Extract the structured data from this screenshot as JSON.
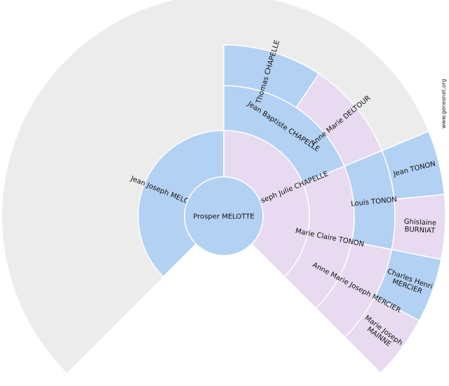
{
  "colors": {
    "male": "#b3d1f2",
    "female": "#e8daf0",
    "empty": "#ececec",
    "root": "#b3d1f2"
  },
  "root": {
    "name": "Prosper MELOTTE"
  },
  "people": [
    {
      "key": "father",
      "gen": 1,
      "slot": 0,
      "sex": "male",
      "lines": [
        "Jean Joseph MELOTTE"
      ]
    },
    {
      "key": "mother",
      "gen": 1,
      "slot": 1,
      "sex": "female",
      "lines": [
        "Marie Joseph Julie CHAPELLE"
      ]
    },
    {
      "key": "mat-gf",
      "gen": 2,
      "slot": 2,
      "sex": "male",
      "lines": [
        "Jean Baptiste CHAPELLE"
      ]
    },
    {
      "key": "mat-gm",
      "gen": 2,
      "slot": 3,
      "sex": "female",
      "lines": [
        "Marie Claire TONON"
      ]
    },
    {
      "key": "mgf-father",
      "gen": 3,
      "slot": 4,
      "sex": "male",
      "lines": [
        "Thomas CHAPELLE"
      ]
    },
    {
      "key": "mgf-mother",
      "gen": 3,
      "slot": 5,
      "sex": "female",
      "lines": [
        "Anne Marie DELTOUR"
      ]
    },
    {
      "key": "mgm-father",
      "gen": 3,
      "slot": 6,
      "sex": "male",
      "lines": [
        "Louis TONON"
      ]
    },
    {
      "key": "mgm-mother",
      "gen": 3,
      "slot": 7,
      "sex": "female",
      "lines": [
        "Anne Marie Joseph MERCIER"
      ]
    },
    {
      "key": "lt-father",
      "gen": 4,
      "slot": 12,
      "sex": "male",
      "lines": [
        "Jean TONON"
      ]
    },
    {
      "key": "lt-mother",
      "gen": 4,
      "slot": 13,
      "sex": "female",
      "lines": [
        "Ghislaine",
        "BURNIAT"
      ]
    },
    {
      "key": "amjm-father",
      "gen": 4,
      "slot": 14,
      "sex": "male",
      "lines": [
        "Charles Henri",
        "MERCIER"
      ]
    },
    {
      "key": "amjm-mother",
      "gen": 4,
      "slot": 15,
      "sex": "female",
      "lines": [
        "Marie Joseph",
        "MAINNE"
      ]
    }
  ],
  "watermark": {
    "text": "www.geneanet.org"
  }
}
